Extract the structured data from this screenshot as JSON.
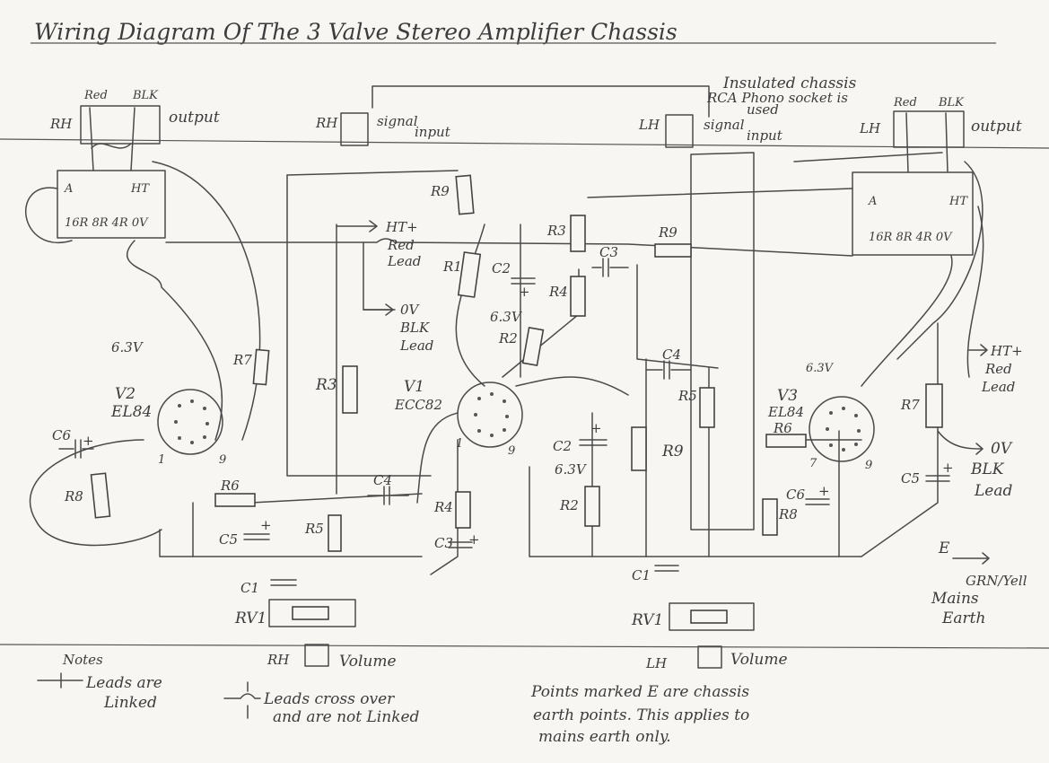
{
  "title": "Wiring Diagram Of The 3 Valve Stereo Amplifier Chassis",
  "rh_output": {
    "side": "RH",
    "red": "Red",
    "blk": "BLK",
    "label": "output"
  },
  "lh_output": {
    "side": "LH",
    "red": "Red",
    "blk": "BLK",
    "label": "output"
  },
  "rh_input": {
    "side": "RH",
    "label1": "signal",
    "label2": "input"
  },
  "lh_input": {
    "side": "LH",
    "label1": "signal",
    "label2": "input"
  },
  "insulated_note": {
    "line1": "Insulated chassis",
    "line2": "RCA Phono socket is",
    "line3": "used"
  },
  "transformer_left": {
    "a": "A",
    "ht": "HT",
    "taps": "16R 8R 4R 0V"
  },
  "transformer_right": {
    "a": "A",
    "ht": "HT",
    "taps": "16R 8R 4R 0V"
  },
  "leads": {
    "ht_center": {
      "l1": "HT+",
      "l2": "Red",
      "l3": "Lead"
    },
    "ov_center": {
      "l1": "0V",
      "l2": "BLK",
      "l3": "Lead"
    },
    "ht_right": {
      "l1": "HT+",
      "l2": "Red",
      "l3": "Lead"
    },
    "ov_right": {
      "l1": "0V",
      "l2": "BLK",
      "l3": "Lead"
    }
  },
  "valves": {
    "v1": {
      "name": "V1",
      "type": "ECC82",
      "pin1": "1",
      "pin9": "9"
    },
    "v2": {
      "name": "V2",
      "type": "EL84",
      "pin1": "1",
      "pin9": "9"
    },
    "v3": {
      "name": "V3",
      "type": "EL84",
      "pin7": "7",
      "pin9": "9"
    }
  },
  "heater_labels": [
    "6.3V",
    "6.3V",
    "6.3V",
    "6.3V"
  ],
  "components_left": {
    "r7": "R7",
    "r8": "R8",
    "r6": "R6",
    "c6": "C6",
    "c5": "C5",
    "r3": "R3",
    "r5": "R5",
    "c4": "C4",
    "c1": "C1",
    "rv1": "RV1"
  },
  "components_mid": {
    "r9": "R9",
    "r1": "R1",
    "c2": "C2",
    "r2": "R2",
    "r4": "R4",
    "c3": "C3",
    "r3": "R3",
    "c3b": "C3",
    "r4b": "R4",
    "r9b": "R9",
    "c4": "C4",
    "r5": "R5",
    "c2b": "C2",
    "r2b": "R2",
    "r9c": "R9",
    "c1": "C1",
    "rv1": "RV1"
  },
  "components_right": {
    "r6": "R6",
    "r8": "R8",
    "c6": "C6",
    "r7": "R7",
    "c5": "C5"
  },
  "earth": {
    "e": "E",
    "l1": "GRN/Yell",
    "l2": "Mains",
    "l3": "Earth"
  },
  "volume_rh": {
    "side": "RH",
    "label": "Volume"
  },
  "volume_lh": {
    "side": "LH",
    "label": "Volume"
  },
  "notes": {
    "heading": "Notes",
    "linked_1": "Leads are",
    "linked_2": "Linked",
    "cross_1": "Leads cross over",
    "cross_2": "and are not Linked",
    "earth_1": "Points marked E are chassis",
    "earth_2": "earth points. This applies to",
    "earth_3": "mains earth only."
  },
  "polarity": "+"
}
